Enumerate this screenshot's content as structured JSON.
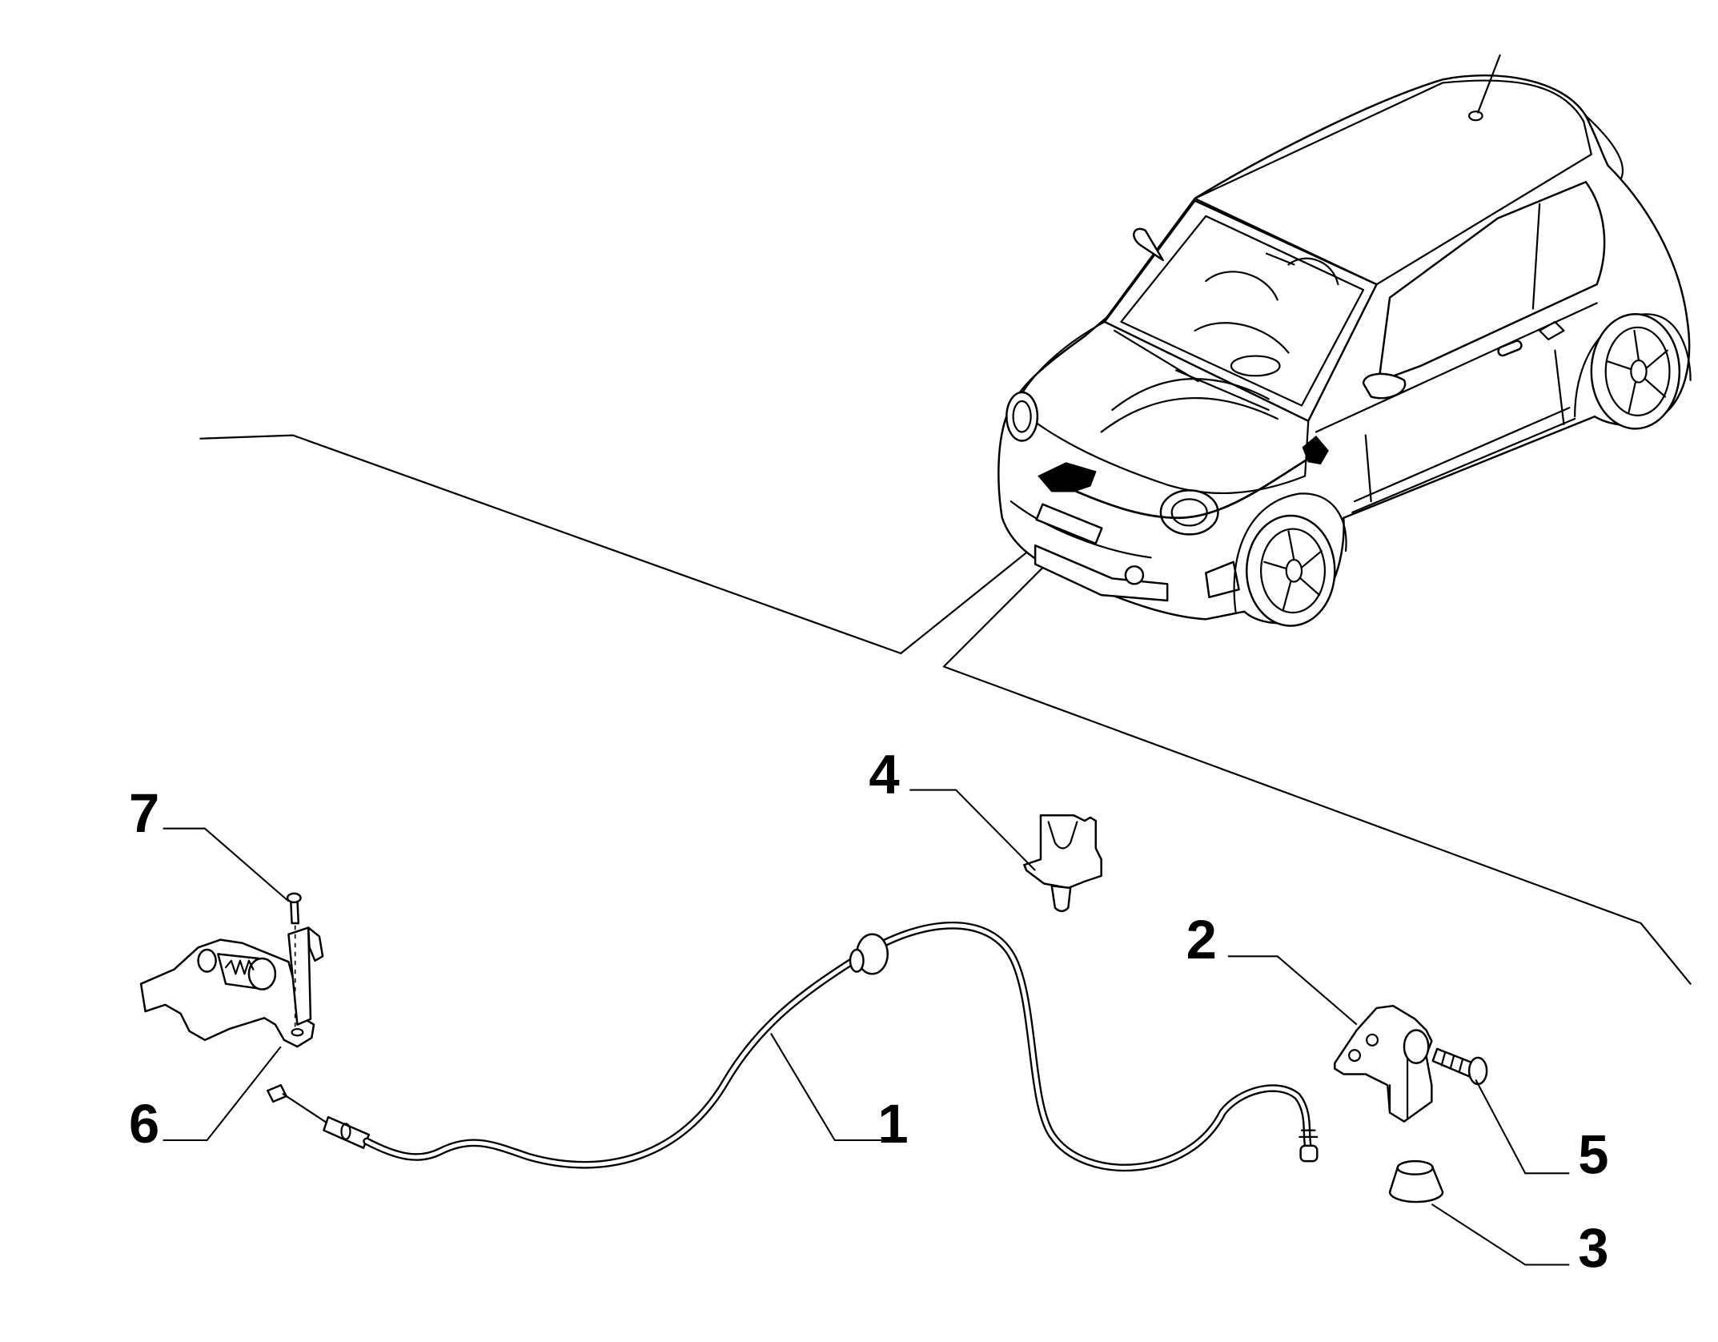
{
  "colors": {
    "line": "#000000",
    "background": "#ffffff"
  },
  "callouts": [
    {
      "label": "1"
    },
    {
      "label": "2"
    },
    {
      "label": "3"
    },
    {
      "label": "4"
    },
    {
      "label": "5"
    },
    {
      "label": "6"
    },
    {
      "label": "7"
    }
  ]
}
